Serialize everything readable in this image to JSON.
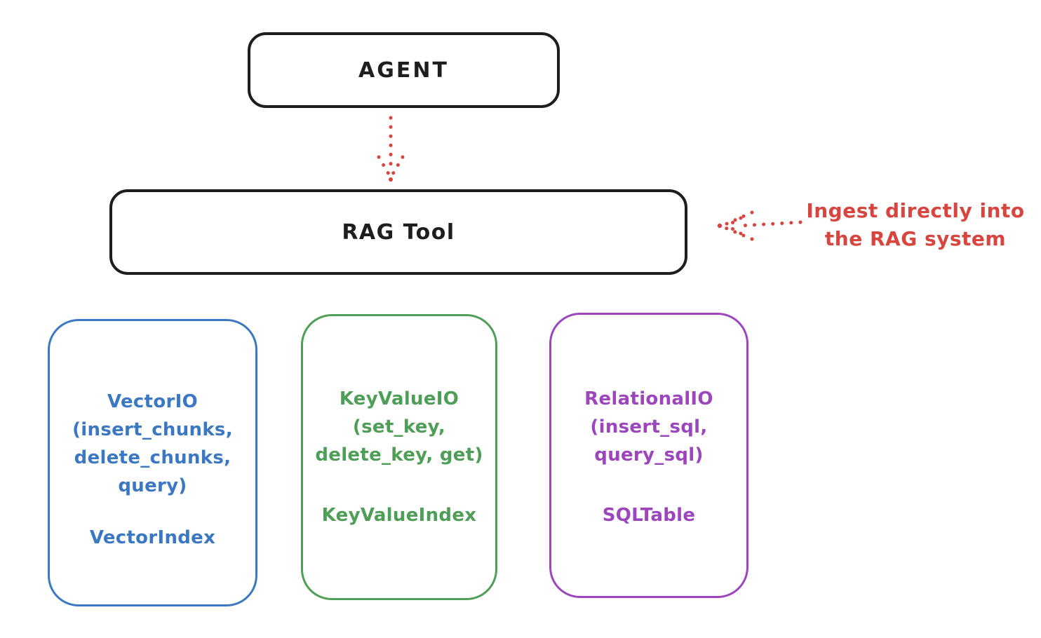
{
  "agent": {
    "label": "AGENT"
  },
  "rag_tool": {
    "label": "RAG Tool"
  },
  "annotation": {
    "line1": "Ingest directly into",
    "line2": "the RAG system"
  },
  "io_boxes": [
    {
      "name": "VectorIO",
      "lines": [
        "VectorIO",
        "(insert_chunks,",
        "delete_chunks,",
        "query)"
      ],
      "index_label": "VectorIndex",
      "accent": "#3b78c4"
    },
    {
      "name": "KeyValueIO",
      "lines": [
        "KeyValueIO",
        "(set_key,",
        "delete_key, get)"
      ],
      "index_label": "KeyValueIndex",
      "accent": "#4d9e56"
    },
    {
      "name": "RelationalIO",
      "lines": [
        "RelationalIO",
        "(insert_sql,",
        "query_sql)"
      ],
      "index_label": "SQLTable",
      "accent": "#9c45bd"
    }
  ],
  "arrows": [
    {
      "name": "agent-to-rag-arrow",
      "style": "dotted",
      "direction": "down"
    },
    {
      "name": "ingest-annotation-arrow",
      "style": "dotted",
      "direction": "left"
    }
  ],
  "colors": {
    "ink": "#1e1e1e",
    "red": "#d8453e",
    "blue": "#3b78c4",
    "green": "#4d9e56",
    "purple": "#9c45bd",
    "background": "#ffffff"
  }
}
